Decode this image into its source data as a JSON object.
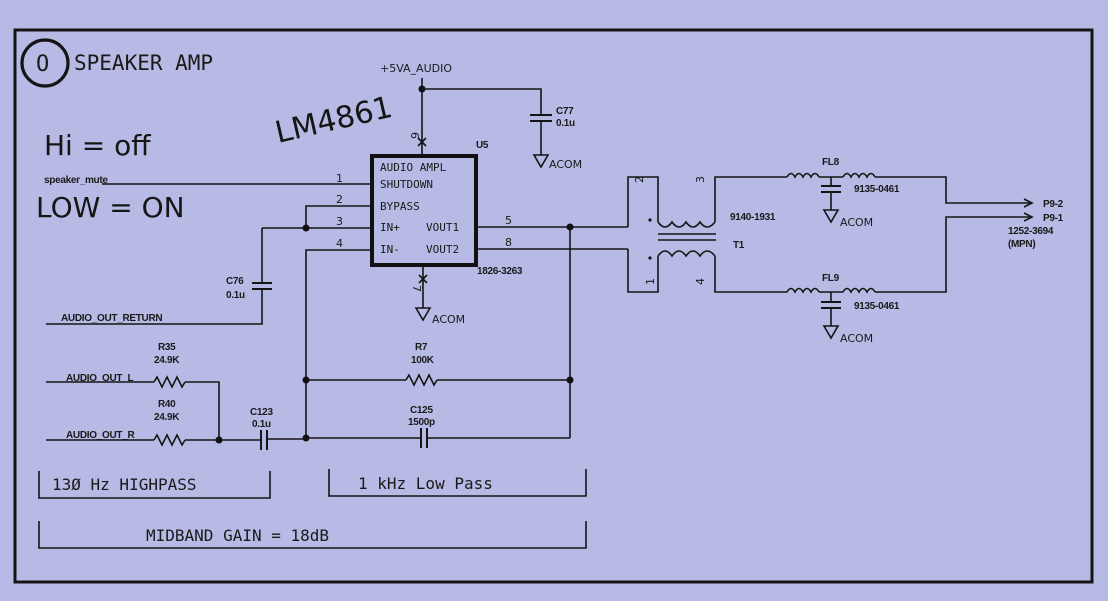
{
  "sheet": {
    "number": "O",
    "title": "SPEAKER AMP",
    "background_color": "#b7bae4",
    "ink_color": "#151515"
  },
  "handwritten": {
    "part": "LM4861",
    "high": "Hi = off",
    "low": "LOW = ON"
  },
  "power": {
    "rail": "+5VA_AUDIO",
    "ground": "ACOM"
  },
  "ic": {
    "ref": "U5",
    "part_number": "1826-3263",
    "title": "AUDIO AMPL",
    "pins_left": [
      {
        "num": "1",
        "name": "SHUTDOWN"
      },
      {
        "num": "2",
        "name": "BYPASS"
      },
      {
        "num": "3",
        "name": "IN+"
      },
      {
        "num": "4",
        "name": "IN-"
      }
    ],
    "pins_right": [
      {
        "num": "5",
        "name": "VOUT1"
      },
      {
        "num": "8",
        "name": "VOUT2"
      }
    ],
    "pin_top": "6",
    "pin_bottom": "7"
  },
  "nets": {
    "mute": "speaker_mute",
    "return": "AUDIO_OUT_RETURN",
    "left": "AUDIO_OUT_L",
    "right": "AUDIO_OUT_R"
  },
  "components": {
    "c77": {
      "ref": "C77",
      "value": "0.1u"
    },
    "c76": {
      "ref": "C76",
      "value": "0.1u"
    },
    "r35": {
      "ref": "R35",
      "value": "24.9K"
    },
    "r40": {
      "ref": "R40",
      "value": "24.9K"
    },
    "c123": {
      "ref": "C123",
      "value": "0.1u"
    },
    "r7": {
      "ref": "R7",
      "value": "100K"
    },
    "c125": {
      "ref": "C125",
      "value": "1500p"
    },
    "t1": {
      "ref": "T1",
      "part": "9140-1931",
      "pins": [
        "1",
        "2",
        "3",
        "4"
      ]
    },
    "fl8": {
      "ref": "FL8",
      "part": "9135-0461"
    },
    "fl9": {
      "ref": "FL9",
      "part": "9135-0461"
    }
  },
  "connector": {
    "pins": [
      "P9-2",
      "P9-1"
    ],
    "part": "1252-3694",
    "note": "(MPN)"
  },
  "notes": {
    "highpass": "13Ø Hz HIGHPASS",
    "lowpass": "1 kHz Low Pass",
    "gain": "MIDBAND GAIN = 18dB"
  }
}
